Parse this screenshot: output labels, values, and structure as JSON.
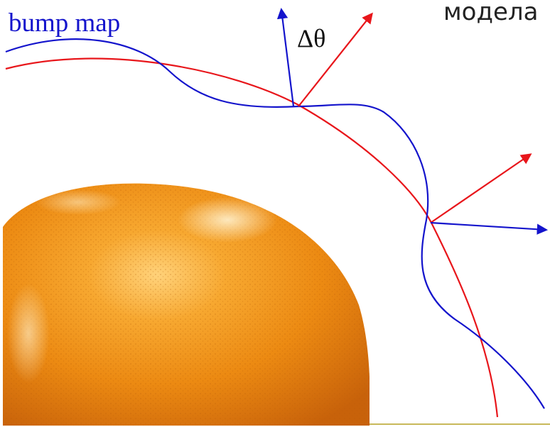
{
  "labels": {
    "bump_map": "bump map",
    "delta_theta": "Δθ",
    "title_fragment": "модела"
  },
  "colors": {
    "surface": "#e8161b",
    "bumped": "#1414cc",
    "normal_true": "#e8161b",
    "normal_perturbed": "#1414cc",
    "footer_rule": "#c8b85a",
    "orange_dark": "#d9750f",
    "orange_mid": "#f39a1e",
    "orange_light": "#ffc65a"
  },
  "image": {
    "subject": "orange fruit peel close-up"
  }
}
